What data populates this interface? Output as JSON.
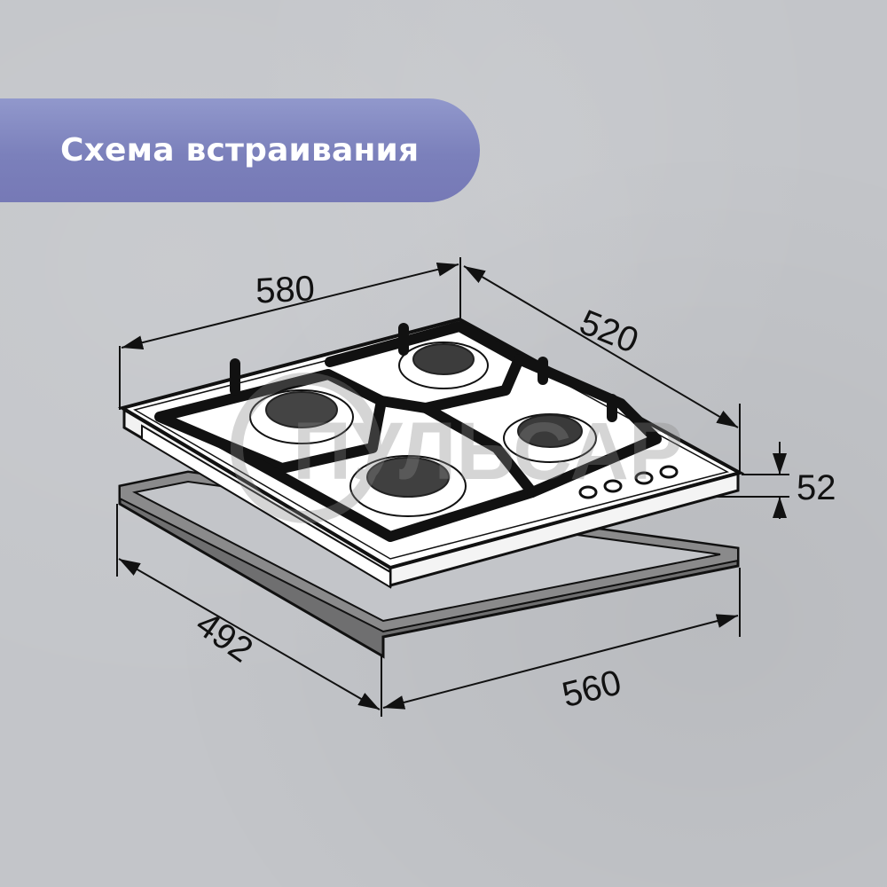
{
  "banner": {
    "title": "Схема встраивания",
    "color_top": "#9198cc",
    "color_bottom": "#7679b6"
  },
  "drawing": {
    "subject": "gas-hob-4-burners",
    "burners": 4,
    "control_knobs": 4,
    "watermark": "ПУЛЬСАР"
  },
  "dimensions": {
    "hob_width": "580",
    "hob_depth": "520",
    "hob_height": "52",
    "cutout_depth": "492",
    "cutout_width": "560"
  }
}
